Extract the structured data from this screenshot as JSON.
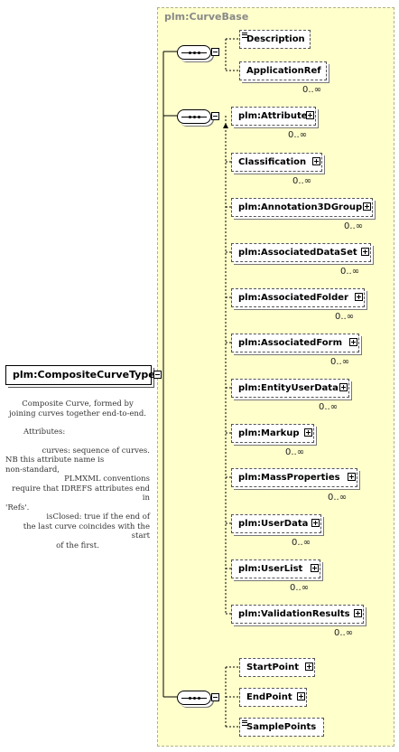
{
  "group": {
    "title": "plm:CurveBase"
  },
  "root": {
    "label": "plm:CompositeCurveType"
  },
  "documentation": {
    "line1": "Composite Curve, formed by",
    "line2": "joining curves together end-to-end.",
    "attributes_heading": "Attributes:",
    "curves_1": "curves:          sequence of curves.",
    "curves_2": "NB this attribute name is",
    "curves_3": "non-standard,",
    "curves_4": "PLMXML conventions",
    "curves_5": "require that IDREFS attributes end in",
    "curves_6": "'Refs'.",
    "closed_1": "isClosed:        true if the end of",
    "closed_2": "the last curve coincides with the start",
    "closed_3": "of the first."
  },
  "elements": [
    {
      "label": "Description"
    },
    {
      "label": "ApplicationRef",
      "card": "0..∞"
    },
    {
      "label": "plm:Attribute",
      "card": "0..∞"
    },
    {
      "label": "Classification",
      "card": "0..∞"
    },
    {
      "label": "plm:Annotation3DGroup",
      "card": "0..∞"
    },
    {
      "label": "plm:AssociatedDataSet",
      "card": "0..∞"
    },
    {
      "label": "plm:AssociatedFolder",
      "card": "0..∞"
    },
    {
      "label": "plm:AssociatedForm",
      "card": "0..∞"
    },
    {
      "label": "plm:EntityUserData",
      "card": "0..∞"
    },
    {
      "label": "plm:Markup",
      "card": "0..∞"
    },
    {
      "label": "plm:MassProperties",
      "card": "0..∞"
    },
    {
      "label": "plm:UserData",
      "card": "0..∞"
    },
    {
      "label": "plm:UserList",
      "card": "0..∞"
    },
    {
      "label": "plm:ValidationResults",
      "card": "0..∞"
    },
    {
      "label": "StartPoint"
    },
    {
      "label": "EndPoint"
    },
    {
      "label": "SamplePoints"
    }
  ]
}
